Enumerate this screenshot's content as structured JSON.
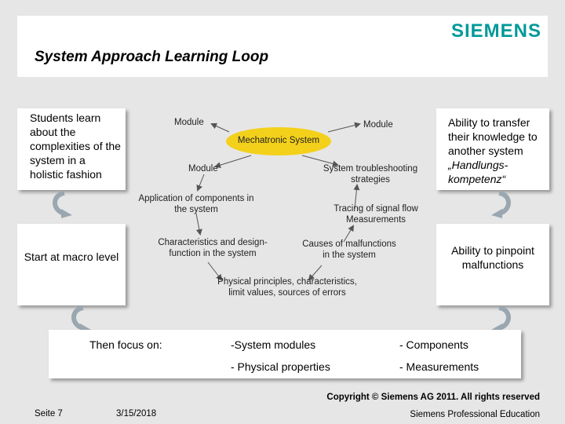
{
  "header": {
    "title": "System Approach Learning Loop",
    "logo": "SIEMENS"
  },
  "boxes": {
    "top_left": "Students learn about the complexities of the system in a holistic fashion",
    "top_right_line1": "Ability to transfer their knowledge to another system ",
    "top_right_line2": "„Handlungs-kompetenz“",
    "mid_left": "Start at macro level",
    "mid_right": "Ability to pinpoint malfunctions"
  },
  "diagram": {
    "center": "Mechatronic System",
    "module_top_left": "Module",
    "module_top_right": "Module",
    "module_middle": "Module",
    "troubleshooting": "System troubleshooting strategies",
    "application": "Application of components in the system",
    "tracing": "Tracing of signal flow Measurements",
    "characteristics": "Characteristics and design-function in the system",
    "causes": "Causes of malfunctions in the system",
    "principles": "Physical principles, characteristics, limit values, sources of errors",
    "center_color": "#f3d11b"
  },
  "focus": {
    "label": "Then focus on:",
    "item1": "-System modules",
    "item2": "- Components",
    "item3": "- Physical properties",
    "item4": "- Measurements"
  },
  "footer": {
    "copyright": "Copyright © Siemens AG 2011. All rights reserved",
    "page": "Seite 7",
    "date": "3/15/2018",
    "org": "Siemens Professional Education"
  }
}
